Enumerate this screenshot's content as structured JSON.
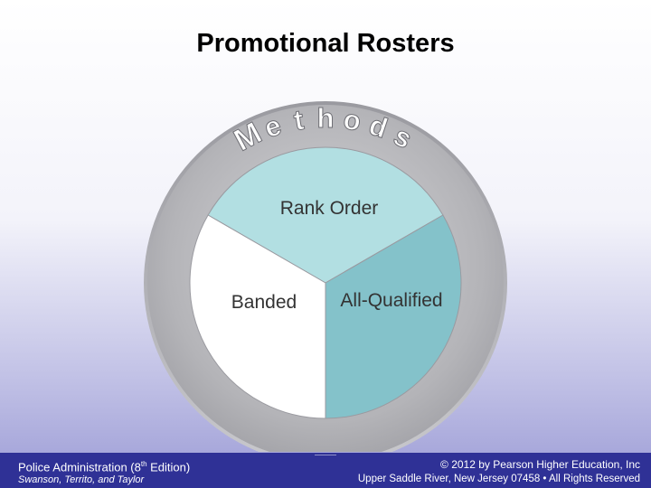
{
  "title": "Promotional Rosters",
  "diagram": {
    "ring_label": "Methods",
    "ring_letters": [
      "M",
      "e",
      "t",
      "h",
      "o",
      "d",
      "s"
    ],
    "segments": [
      {
        "id": "rank-order",
        "label": "Rank Order",
        "color": "#b2dfe2"
      },
      {
        "id": "all-qualified",
        "label": "All-Qualified",
        "color": "#84c2ca"
      },
      {
        "id": "banded",
        "label": "Banded",
        "color": "#ffffff"
      }
    ],
    "ring_color": "#b9b9bd"
  },
  "footer": {
    "book_title_pre": "Police Administration (8",
    "book_title_sup": "th",
    "book_title_post": " Edition)",
    "authors": "Swanson, Territo, and Taylor",
    "copyright": "© 2012 by Pearson Higher Education, Inc",
    "address": "Upper Saddle River, New Jersey 07458 • All Rights Reserved"
  }
}
